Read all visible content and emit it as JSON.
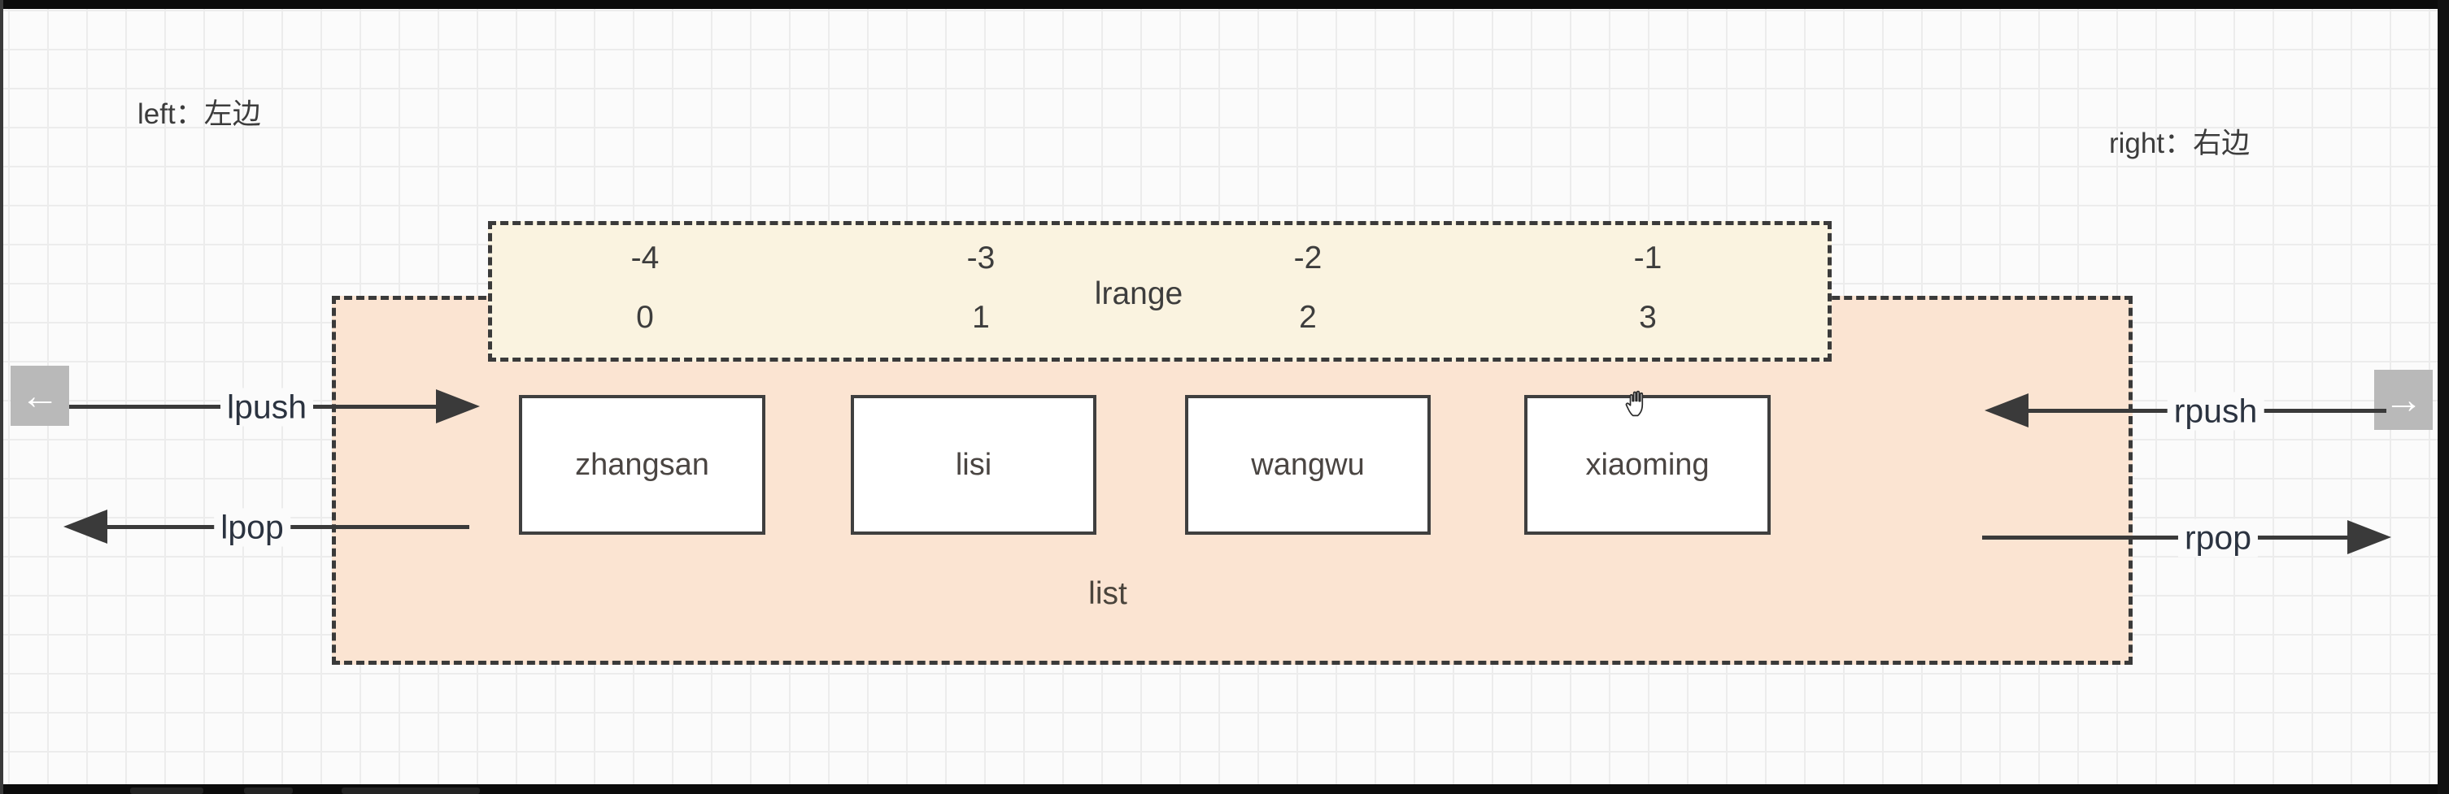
{
  "notes": {
    "left": "left：左边",
    "right": "right：右边"
  },
  "lrange": {
    "label": "lrange",
    "columns": [
      {
        "neg": "-4",
        "pos": "0"
      },
      {
        "neg": "-3",
        "pos": "1"
      },
      {
        "neg": "-2",
        "pos": "2"
      },
      {
        "neg": "-1",
        "pos": "3"
      }
    ]
  },
  "list": {
    "label": "list",
    "items": [
      "zhangsan",
      "lisi",
      "wangwu",
      "xiaoming"
    ]
  },
  "operations": {
    "lpush": "lpush",
    "lpop": "lpop",
    "rpush": "rpush",
    "rpop": "rpop"
  },
  "nav": {
    "left": "←",
    "right": "→"
  },
  "colors": {
    "canvas": "#fbfbfb",
    "list_fill": "#fbe4d2",
    "lrange_fill": "#faf3e0",
    "stroke": "#3a3a3a",
    "button": "#b9b9b9"
  }
}
